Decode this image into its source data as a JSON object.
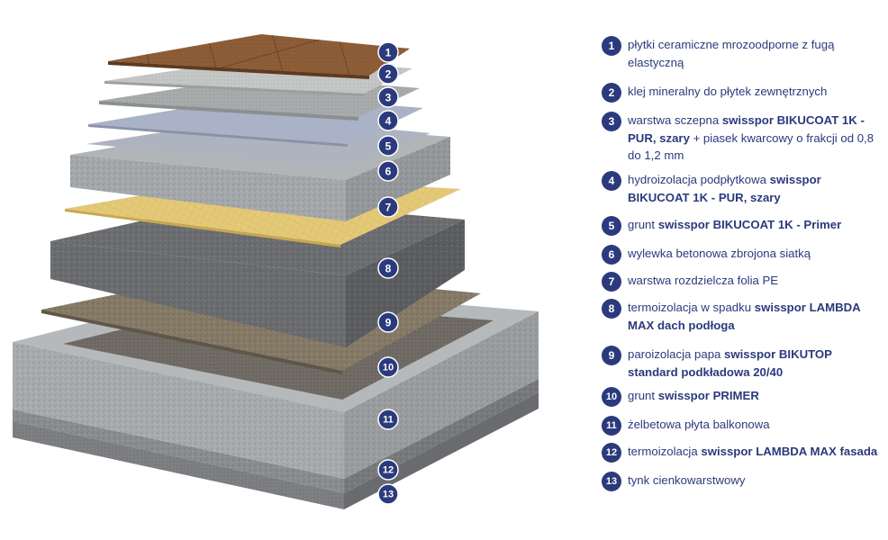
{
  "layers": [
    {
      "num": "1",
      "parts": [
        {
          "text": "płytki ceramiczne mrozoodporne z fugą elastyczną",
          "bold": false
        }
      ]
    },
    {
      "num": "2",
      "parts": [
        {
          "text": "klej mineralny do płytek zewnętrznych",
          "bold": false
        }
      ]
    },
    {
      "num": "3",
      "parts": [
        {
          "text": "warstwa sczepna ",
          "bold": false
        },
        {
          "text": "swisspor BIKUCOAT 1K - PUR, szary",
          "bold": true
        },
        {
          "text": " + piasek kwarcowy o frakcji od 0,8 do 1,2 mm",
          "bold": false
        }
      ]
    },
    {
      "num": "4",
      "parts": [
        {
          "text": "hydroizolacja podpłytkowa ",
          "bold": false
        },
        {
          "text": "swisspor BIKUCOAT 1K - PUR, szary",
          "bold": true
        }
      ]
    },
    {
      "num": "5",
      "parts": [
        {
          "text": "grunt ",
          "bold": false
        },
        {
          "text": "swisspor BIKUCOAT 1K - Primer",
          "bold": true
        }
      ]
    },
    {
      "num": "6",
      "parts": [
        {
          "text": "wylewka betonowa zbrojona siatką",
          "bold": false
        }
      ]
    },
    {
      "num": "7",
      "parts": [
        {
          "text": "warstwa rozdzielcza folia PE",
          "bold": false
        }
      ]
    },
    {
      "num": "8",
      "parts": [
        {
          "text": "termoizolacja w spadku ",
          "bold": false
        },
        {
          "text": "swisspor LAMBDA MAX dach podłoga",
          "bold": true
        }
      ]
    },
    {
      "num": "9",
      "parts": [
        {
          "text": "paroizolacja papa ",
          "bold": false
        },
        {
          "text": "swisspor BIKUTOP standard podkładowa 20/40",
          "bold": true
        }
      ]
    },
    {
      "num": "10",
      "parts": [
        {
          "text": "grunt ",
          "bold": false
        },
        {
          "text": "swisspor PRIMER",
          "bold": true
        }
      ]
    },
    {
      "num": "11",
      "parts": [
        {
          "text": "żelbetowa płyta balkonowa",
          "bold": false
        }
      ]
    },
    {
      "num": "12",
      "parts": [
        {
          "text": "termoizolacja ",
          "bold": false
        },
        {
          "text": "swisspor LAMBDA MAX fasada",
          "bold": true
        }
      ]
    },
    {
      "num": "13",
      "parts": [
        {
          "text": "tynk cienkowarstwowy",
          "bold": false
        }
      ]
    }
  ],
  "colors": {
    "badge": "#2b3a7c",
    "text": "#2b3a7c",
    "tile": "#8a5a34",
    "concrete": "#a9acae",
    "foil": "#e2c773",
    "insulation": "#6d6f71",
    "bitumen": "#7d7260"
  }
}
